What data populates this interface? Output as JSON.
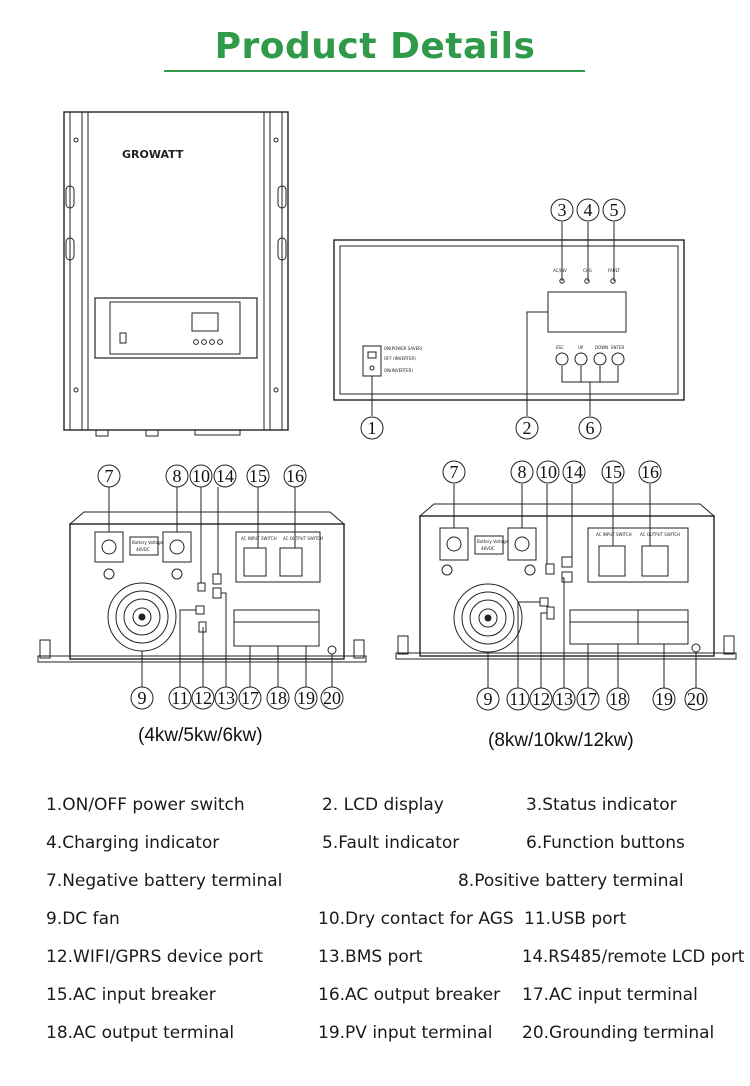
{
  "title": "Product Details",
  "brand": "GROWATT",
  "panel_labels": {
    "power_on": "ON(POWER SAVER)",
    "off": "OFF (INVERTER)",
    "on_inverter": "ON(INVERTER)",
    "ac_inv": "AC/INV",
    "chg": "CHG",
    "fault": "FAULT",
    "buttons": [
      "ESC",
      "UP",
      "DOWN",
      "ENTER"
    ]
  },
  "bottom_labels": {
    "battery_voltage": "Battery Voltage",
    "battery_value": "48VDC",
    "ac_input_switch": "AC INPUT SWITCH",
    "ac_output_switch": "AC OUTPUT SWITCH"
  },
  "callouts": {
    "front": [
      "1",
      "2",
      "3",
      "4",
      "5",
      "6"
    ],
    "left": [
      "7",
      "8",
      "10",
      "14",
      "15",
      "16",
      "9",
      "11",
      "12",
      "13",
      "17",
      "18",
      "19",
      "20"
    ],
    "right": [
      "7",
      "8",
      "10",
      "14",
      "15",
      "16",
      "9",
      "11",
      "12",
      "13",
      "17",
      "18",
      "19",
      "20"
    ]
  },
  "captions": {
    "left": "(4kw/5kw/6kw)",
    "right": "(8kw/10kw/12kw)"
  },
  "legend": [
    "1.ON/OFF power switch",
    "2. LCD display",
    "3.Status indicator",
    "4.Charging indicator",
    "5.Fault indicator",
    "6.Function buttons",
    "7.Negative battery terminal",
    "8.Positive battery terminal",
    "9.DC fan",
    "10.Dry contact for AGS",
    "11.USB port",
    "12.WIFI/GPRS device port",
    "13.BMS port",
    "14.RS485/remote LCD port",
    "15.AC input breaker",
    "16.AC output breaker",
    "17.AC input terminal",
    "18.AC output terminal",
    "19.PV input terminal",
    "20.Grounding terminal"
  ]
}
